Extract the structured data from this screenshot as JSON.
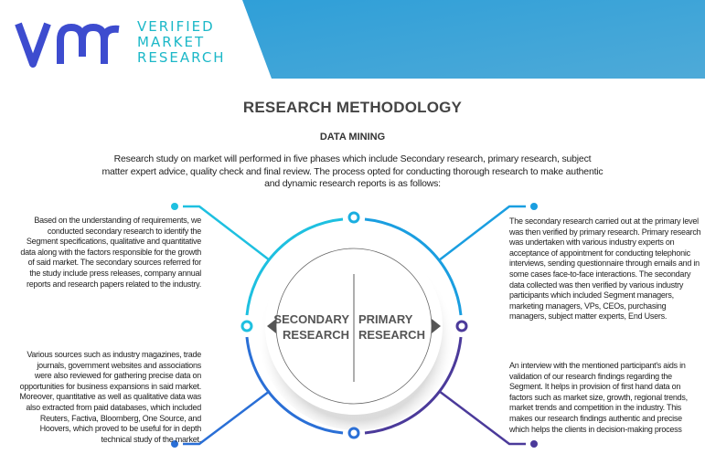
{
  "brand": {
    "name_lines": [
      "VERIFIED",
      "MARKET",
      "RESEARCH"
    ],
    "logo_mark": "vmr",
    "colors": {
      "logo_mark": "#3d4ccf",
      "logo_text": "#1cb8c8",
      "header_band": "#36a2da"
    }
  },
  "title": "RESEARCH METHODOLOGY",
  "subtitle": "DATA MINING",
  "intro": "Research study on market will performed in five phases which include Secondary research, primary research, subject matter expert advice, quality check and final review. The process opted for conducting thorough research to make authentic and dynamic research reports is as follows:",
  "diagram": {
    "left_label": [
      "SECONDARY",
      "RESEARCH"
    ],
    "right_label": [
      "PRIMARY",
      "RESEARCH"
    ],
    "colors": {
      "top_left": "#1ec0e0",
      "top_right": "#1a9ee0",
      "bottom_left": "#2a6fd6",
      "bottom_right": "#4b3a9a"
    }
  },
  "blocks": {
    "left_top": "Based on the understanding of requirements, we conducted secondary research to identify the Segment specifications, qualitative and quantitative data along with the factors responsible for the growth of said market. The secondary sources referred for the study include press releases, company annual reports and research papers related to the industry.",
    "left_bottom": "Various sources such as industry magazines, trade journals, government websites and associations were also reviewed for gathering precise data on opportunities for business expansions in said market. Moreover, quantitative as well as qualitative data was also extracted from paid databases, which included Reuters, Factiva, Bloomberg, One Source, and Hoovers, which proved to be useful for in depth technical study of the market.",
    "right_top": "The secondary research carried out at the primary level was then verified by primary research. Primary research was undertaken with various industry experts on acceptance of appointment for conducting telephonic interviews, sending questionnaire through emails and in some cases face-to-face interactions. The secondary data collected was then verified by various industry participants which included Segment managers, marketing managers, VPs, CEOs, purchasing managers, subject matter experts, End Users.",
    "right_bottom": "An interview with the mentioned participant's aids in validation of our research findings regarding the Segment. It helps in provision of first hand data on factors such as market size, growth, regional trends, market trends and competition in the industry. This makes our research findings authentic and precise which helps the clients in decision-making process"
  }
}
